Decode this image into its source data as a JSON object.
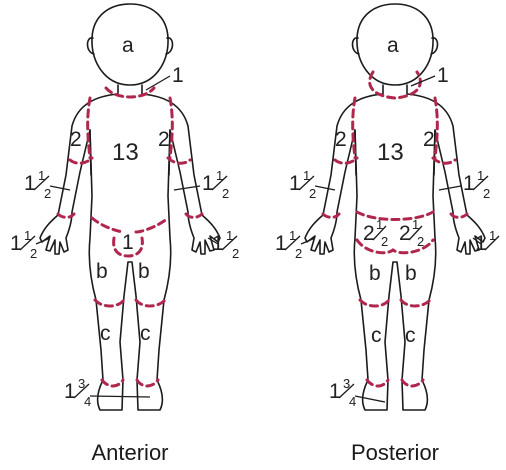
{
  "colors": {
    "outline": "#1c1c1c",
    "region_boundary": "#b0274e"
  },
  "views": [
    {
      "caption": "Anterior"
    },
    {
      "caption": "Posterior"
    }
  ],
  "labels": {
    "head": "a",
    "neck": "1",
    "trunk": "13",
    "upper_arm": "2",
    "lower_arm_whole": "1",
    "lower_arm_num": "1",
    "lower_arm_den": "2",
    "hand_whole": "1",
    "hand_num": "1",
    "hand_den": "2",
    "genitalia": "1",
    "buttock_whole": "2",
    "buttock_num": "1",
    "buttock_den": "2",
    "thigh": "b",
    "lower_leg": "c",
    "foot_whole": "1",
    "foot_num": "3",
    "foot_den": "4"
  }
}
